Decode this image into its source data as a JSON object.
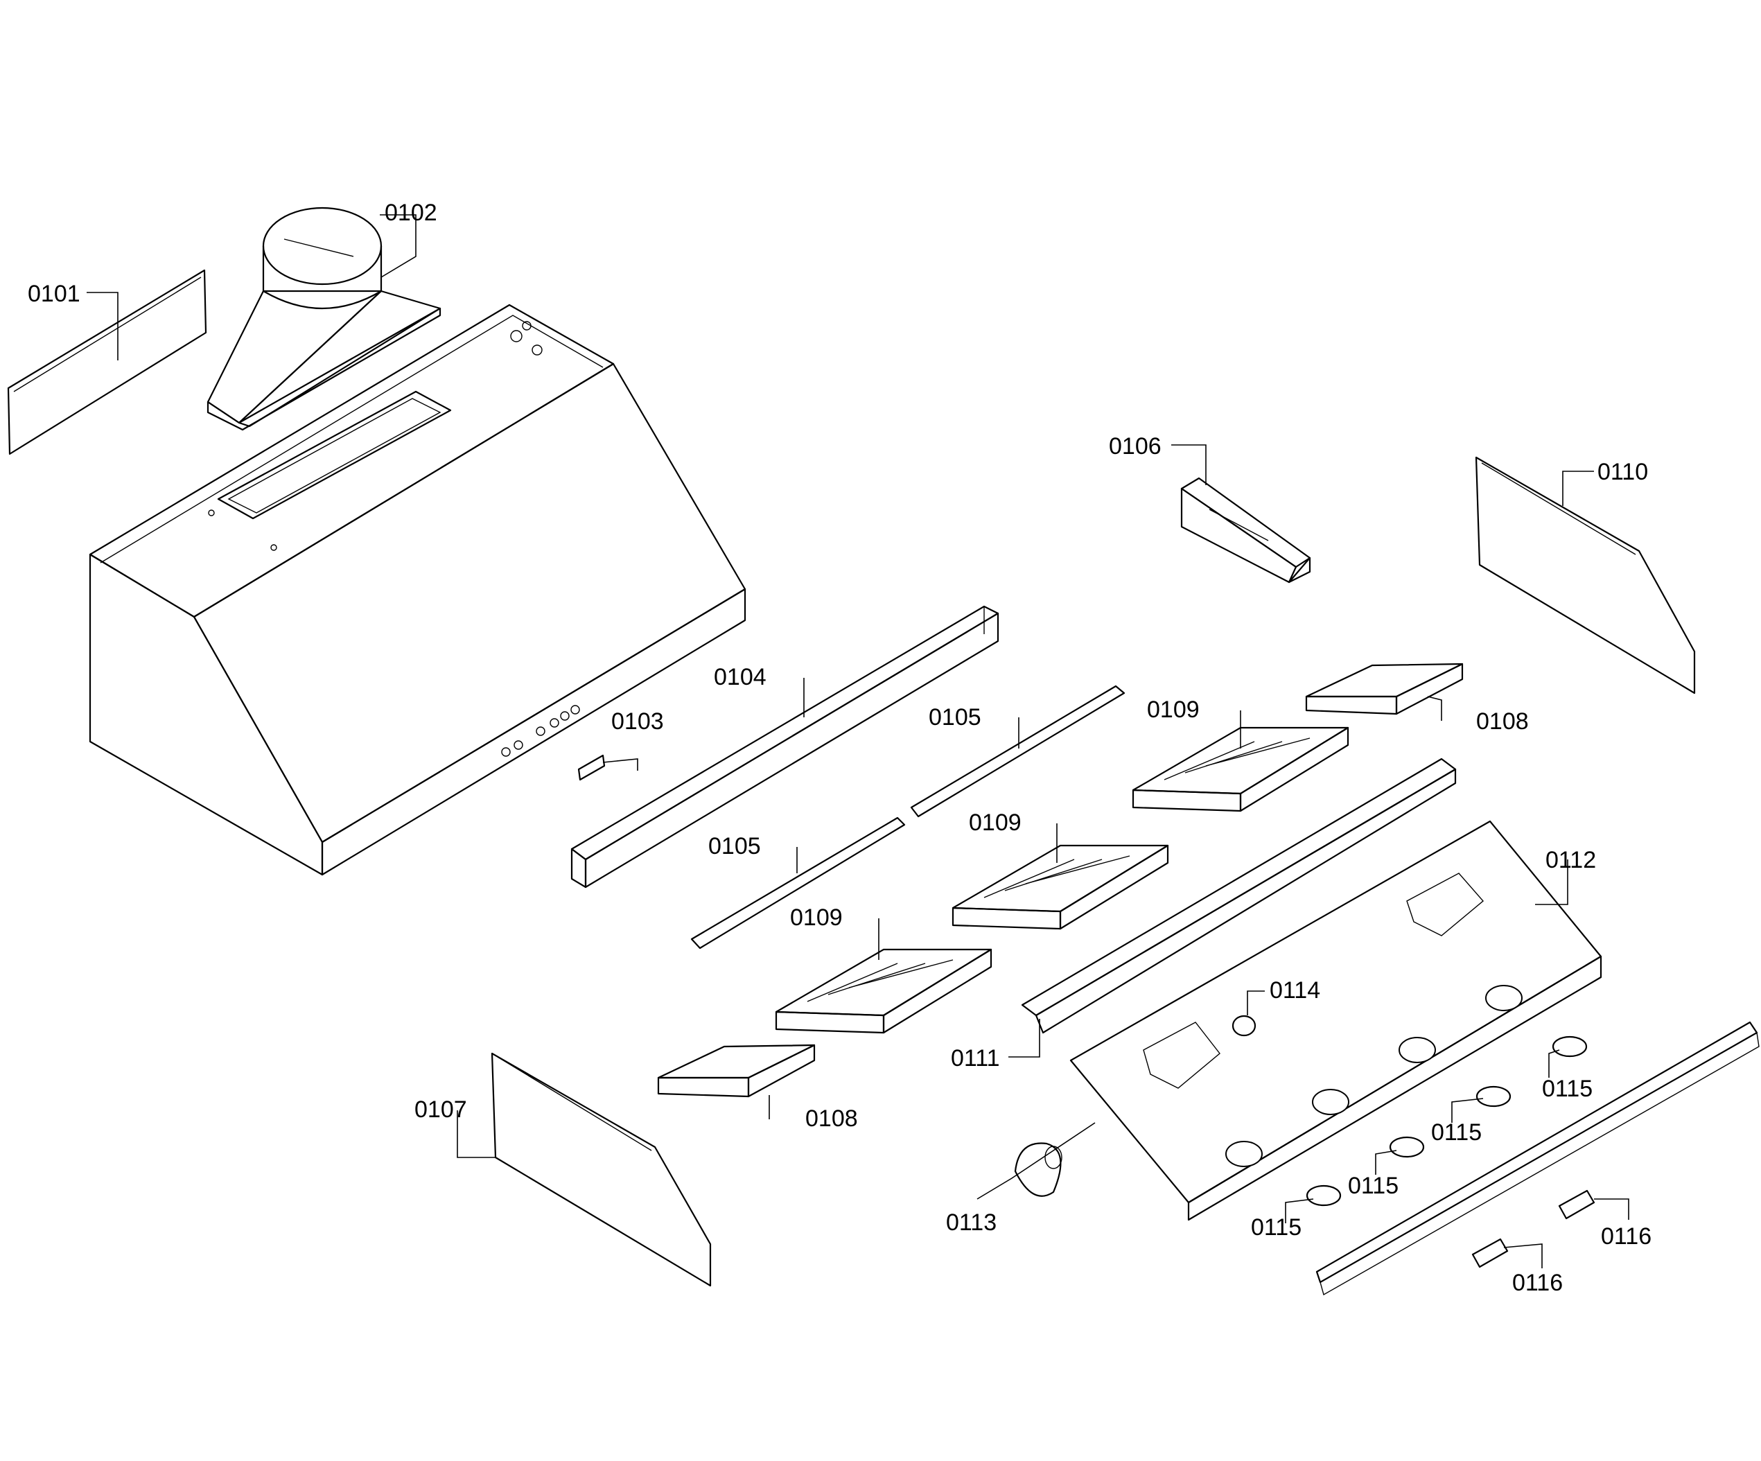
{
  "labels": {
    "p0101": "0101",
    "p0102": "0102",
    "p0103": "0103",
    "p0104": "0104",
    "p0105a": "0105",
    "p0105b": "0105",
    "p0106": "0106",
    "p0107": "0107",
    "p0108a": "0108",
    "p0108b": "0108",
    "p0109a": "0109",
    "p0109b": "0109",
    "p0109c": "0109",
    "p0110": "0110",
    "p0111": "0111",
    "p0112": "0112",
    "p0113": "0113",
    "p0114": "0114",
    "p0115a": "0115",
    "p0115b": "0115",
    "p0115c": "0115",
    "p0115d": "0115",
    "p0116a": "0116",
    "p0116b": "0116"
  }
}
